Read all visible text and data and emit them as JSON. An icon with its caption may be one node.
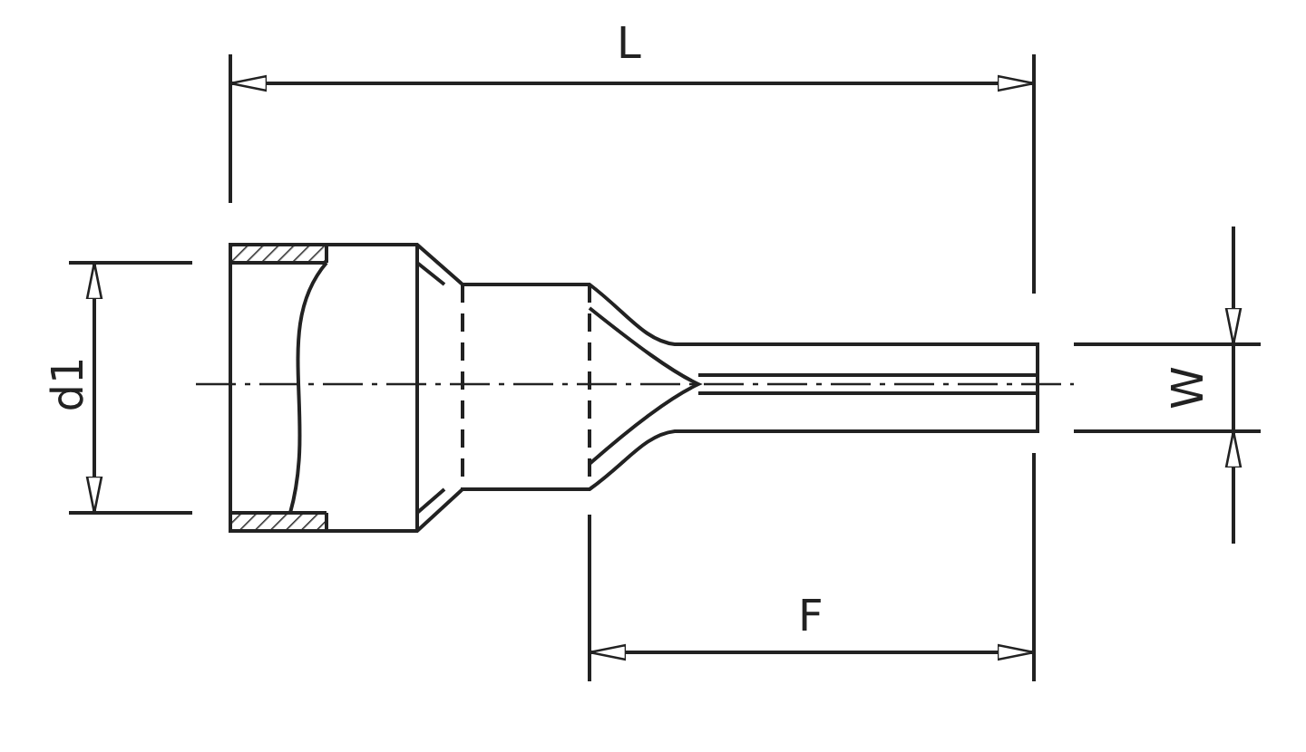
{
  "diagram": {
    "labels": [
      "L",
      "d1",
      "W",
      "F"
    ]
  }
}
